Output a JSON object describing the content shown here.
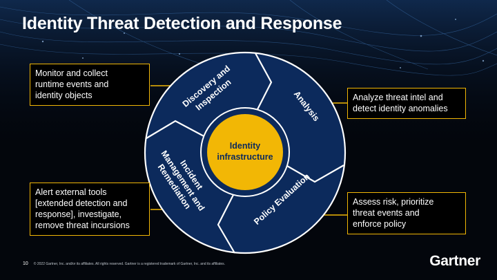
{
  "title": "Identity Threat Detection and Response",
  "center": {
    "line1": "Identity",
    "line2": "infrastructure"
  },
  "segments": {
    "discovery": {
      "line1": "Discovery and",
      "line2": "Inspection"
    },
    "analysis": "Analysis",
    "policy": "Policy Evaluation",
    "incident": {
      "line1": "Incident",
      "line2": "Management and",
      "line3": "Remediation"
    }
  },
  "callouts": {
    "top_left": "Monitor and collect\nruntime events and\nidentity objects",
    "top_right": "Analyze threat intel and\ndetect identity anomalies",
    "bottom_left": "Alert external tools\n[extended detection and\nresponse], investigate,\nremove threat incursions",
    "bottom_right": "Assess risk, prioritize\nthreat events and\nenforce policy"
  },
  "footer": {
    "page": "10",
    "copyright": "© 2022 Gartner, Inc. and/or its affiliates. All rights reserved. Gartner is a registered trademark of Gartner, Inc. and its affiliates."
  },
  "logo": "Gartner",
  "colors": {
    "ring": "#0c2a5c",
    "center": "#f2b705",
    "accent": "#f2b705",
    "background": "#03060c"
  }
}
